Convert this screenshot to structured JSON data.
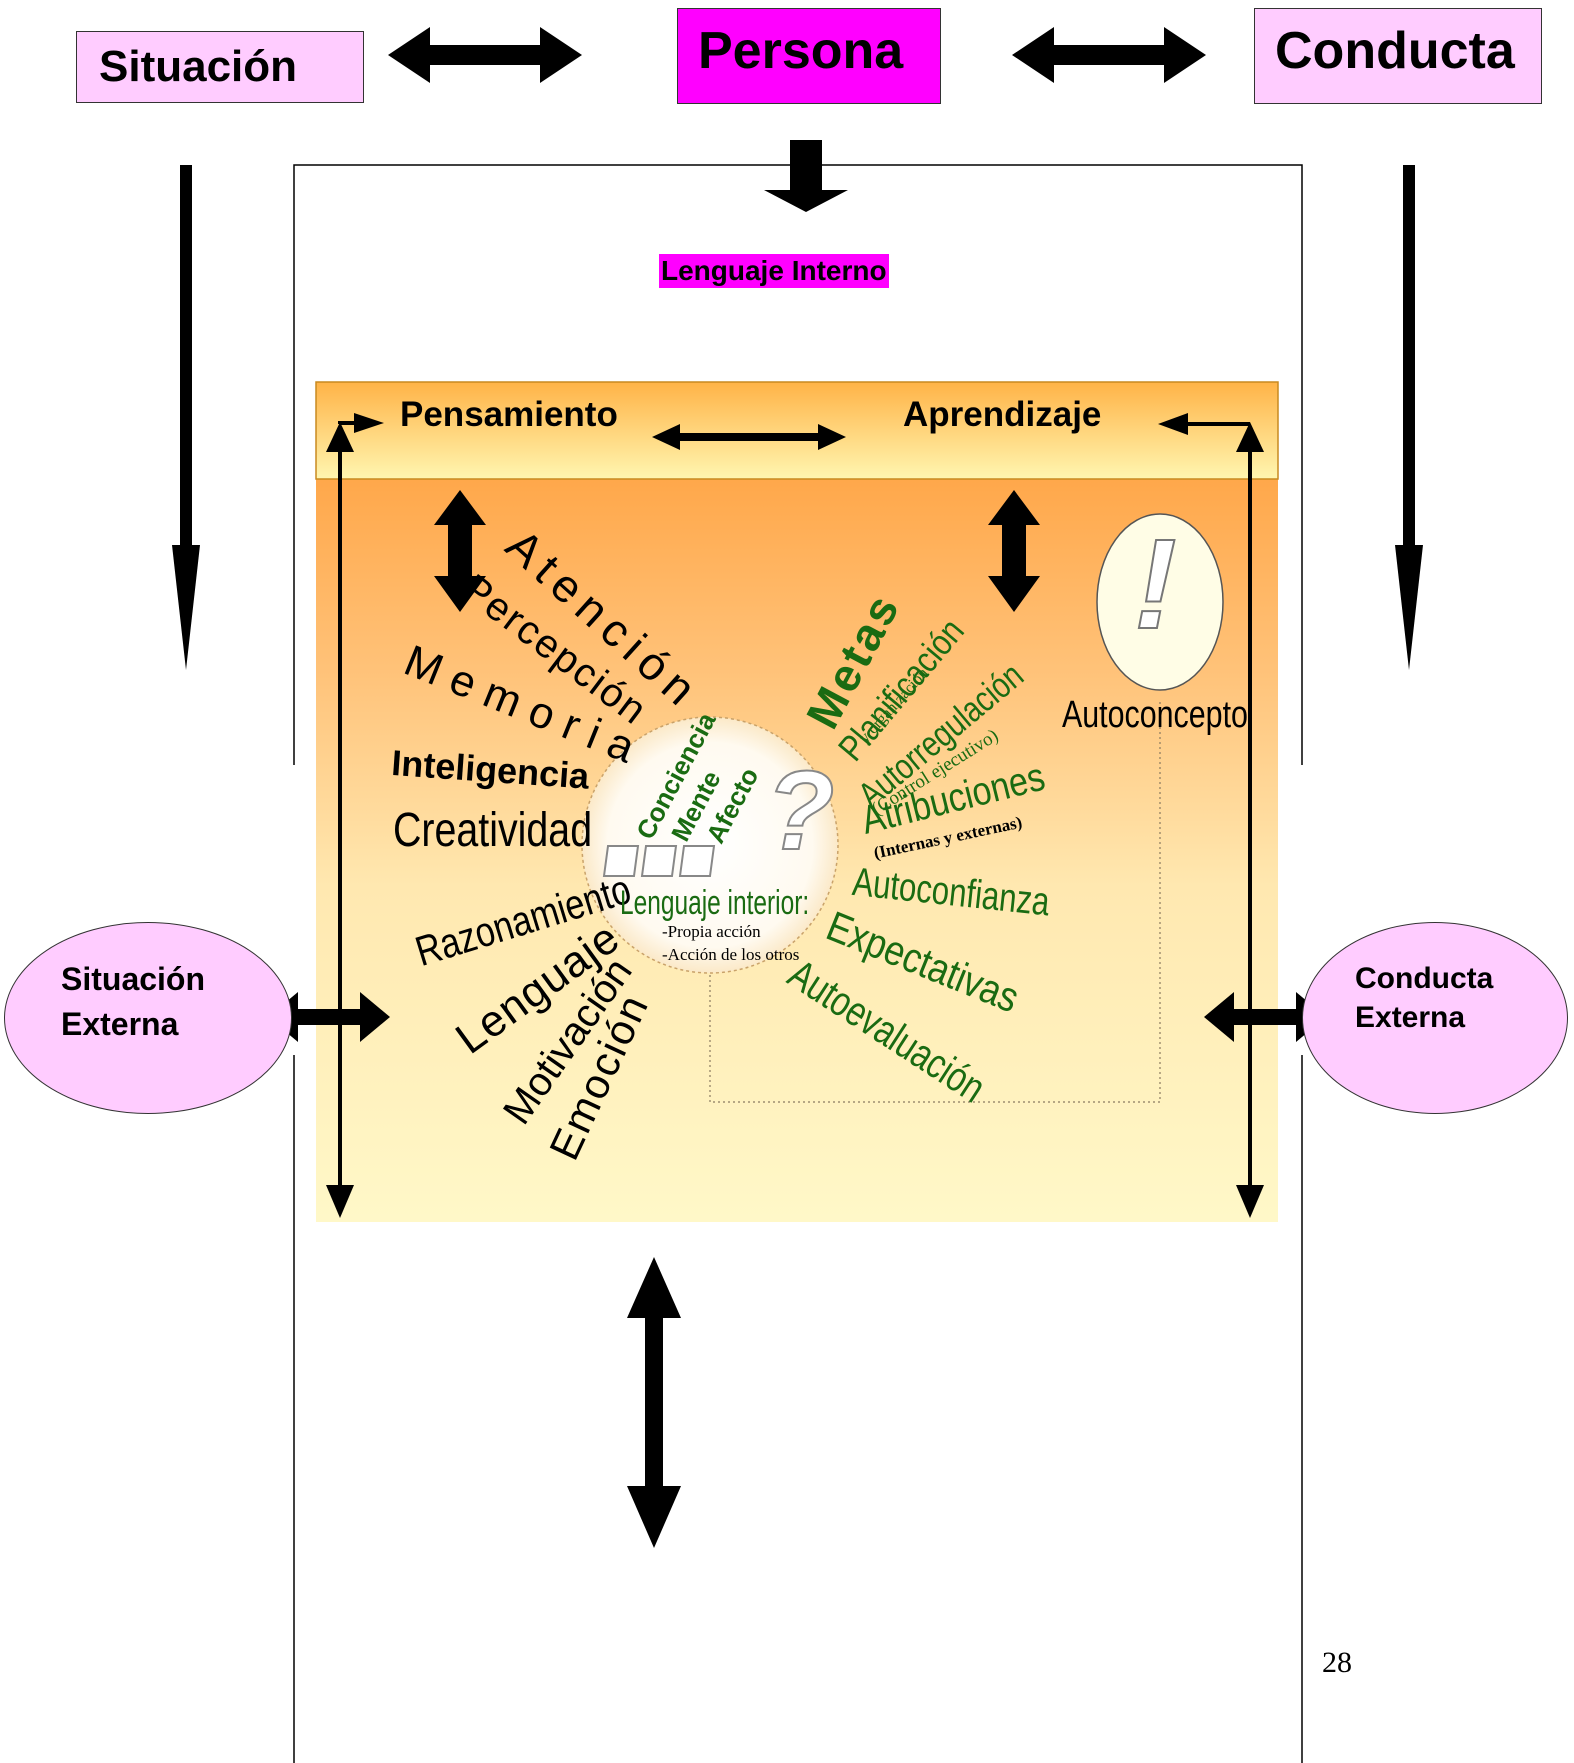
{
  "top": {
    "situacion": "Situación",
    "persona": "Persona",
    "conducta": "Conducta"
  },
  "lenguaje_interno": "Lenguaje Interno",
  "header_band": {
    "pensamiento": "Pensamiento",
    "aprendizaje": "Aprendizaje"
  },
  "left_terms": {
    "atencion": "Atención",
    "percepcion": "Percepción",
    "memoria": "Memoria",
    "inteligencia": "Inteligencia",
    "creatividad": "Creatividad",
    "razonamiento": "Razonamiento",
    "lenguaje": "Lenguaje",
    "motivacion": "Motivación",
    "emocion": "Emoción"
  },
  "center": {
    "conciencia": "Conciencia",
    "mente": "Mente",
    "afecto": "Afecto",
    "question": "?",
    "lenguaje_interior": "Lenguaje interior:",
    "propia_accion": "-Propia acción",
    "accion_otros": "-Acción de los otros"
  },
  "right_terms": {
    "metas": "Metas",
    "planificacion": "Planificación",
    "y_organizacion": "y organización",
    "autorregulacion": "Autorregulación",
    "control_ejecutivo": "(Control ejecutivo)",
    "atribuciones": "Atribuciones",
    "internas_externas": "(Internas y externas)",
    "autoconfianza": "Autoconfianza",
    "expectativas": "Expectativas",
    "autoevaluacion": "Autoevaluación"
  },
  "autoconcepto": {
    "exclamation": "!",
    "label": "Autoconcepto"
  },
  "side": {
    "situacion_externa_1": "Situación",
    "situacion_externa_2": "Externa",
    "conducta_externa_1": "Conducta",
    "conducta_externa_2": "Externa"
  },
  "page_number": "28",
  "colors": {
    "magenta": "#ff00ff",
    "pink": "#ffccff",
    "green_text": "#1a6b12",
    "orange_top": "#ff9933",
    "yellow_bottom": "#fff8c8"
  }
}
